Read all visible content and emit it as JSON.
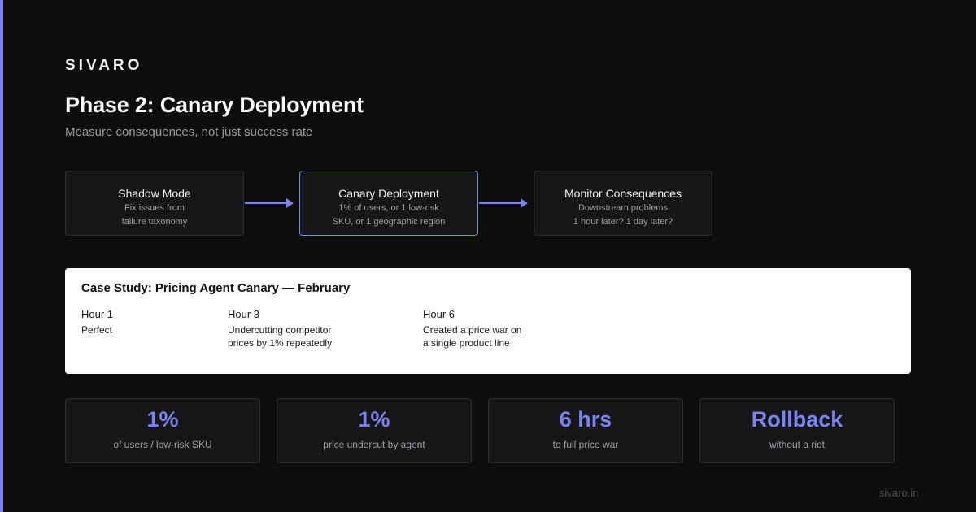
{
  "brand": "SIVARO",
  "title": "Phase 2: Canary Deployment",
  "subtitle": "Measure consequences, not just success rate",
  "flow": [
    {
      "title": "Shadow Mode",
      "lines": [
        "Fix issues from",
        "failure taxonomy"
      ]
    },
    {
      "title": "Canary Deployment",
      "lines": [
        "1% of users, or 1 low-risk",
        "SKU, or 1 geographic region"
      ]
    },
    {
      "title": "Monitor Consequences",
      "lines": [
        "Downstream problems",
        "1 hour later? 1 day later?"
      ]
    }
  ],
  "case_study": {
    "title": "Case Study: Pricing Agent Canary — February",
    "entries": [
      {
        "hour": "Hour 1",
        "lines": [
          "Perfect"
        ]
      },
      {
        "hour": "Hour 3",
        "lines": [
          "Undercutting competitor",
          "prices by 1% repeatedly"
        ]
      },
      {
        "hour": "Hour 6",
        "lines": [
          "Created a price war on",
          "a single product line"
        ]
      }
    ]
  },
  "stats": [
    {
      "value": "1%",
      "label": "of users / low-risk SKU"
    },
    {
      "value": "1%",
      "label": "price undercut by agent"
    },
    {
      "value": "6 hrs",
      "label": "to full price war"
    },
    {
      "value": "Rollback",
      "label": "without a riot"
    }
  ],
  "footer": "sivaro.in",
  "colors": {
    "accent": "#7b83f0",
    "background": "#0d0d0d",
    "card": "#161618"
  }
}
